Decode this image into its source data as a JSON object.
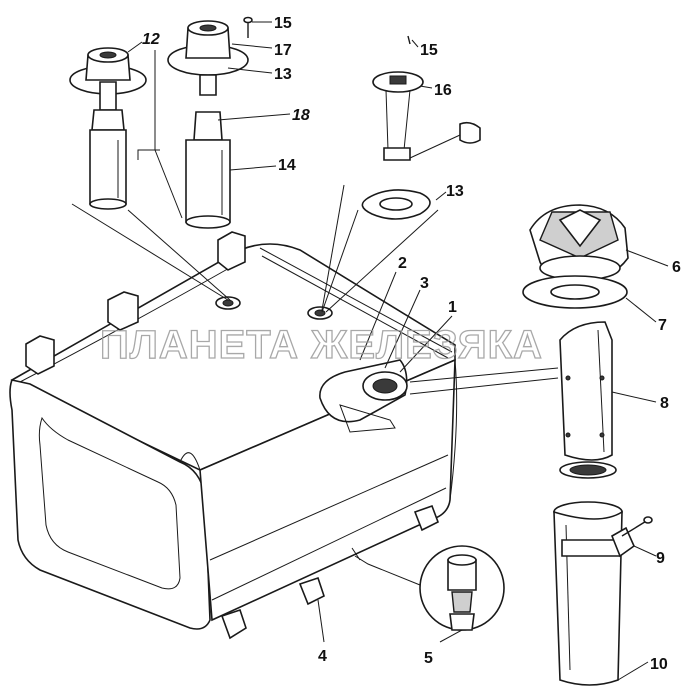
{
  "diagram": {
    "watermark": "ПЛАНЕТА ЖЕЛЕЗЯКА",
    "callouts": [
      {
        "id": "c12",
        "text": "12",
        "italic": true
      },
      {
        "id": "c15a",
        "text": "15",
        "italic": false
      },
      {
        "id": "c17",
        "text": "17",
        "italic": false
      },
      {
        "id": "c13a",
        "text": "13",
        "italic": false
      },
      {
        "id": "c18",
        "text": "18",
        "italic": true
      },
      {
        "id": "c14",
        "text": "14",
        "italic": false
      },
      {
        "id": "c15b",
        "text": "15",
        "italic": false
      },
      {
        "id": "c16",
        "text": "16",
        "italic": false
      },
      {
        "id": "c13b",
        "text": "13",
        "italic": false
      },
      {
        "id": "c6",
        "text": "6",
        "italic": false
      },
      {
        "id": "c7",
        "text": "7",
        "italic": false
      },
      {
        "id": "c2",
        "text": "2",
        "italic": false
      },
      {
        "id": "c3",
        "text": "3",
        "italic": false
      },
      {
        "id": "c1",
        "text": "1",
        "italic": false
      },
      {
        "id": "c8",
        "text": "8",
        "italic": false
      },
      {
        "id": "c9",
        "text": "9",
        "italic": false
      },
      {
        "id": "c4",
        "text": "4",
        "italic": false
      },
      {
        "id": "c5",
        "text": "5",
        "italic": false
      },
      {
        "id": "c10",
        "text": "10",
        "italic": false
      }
    ]
  }
}
